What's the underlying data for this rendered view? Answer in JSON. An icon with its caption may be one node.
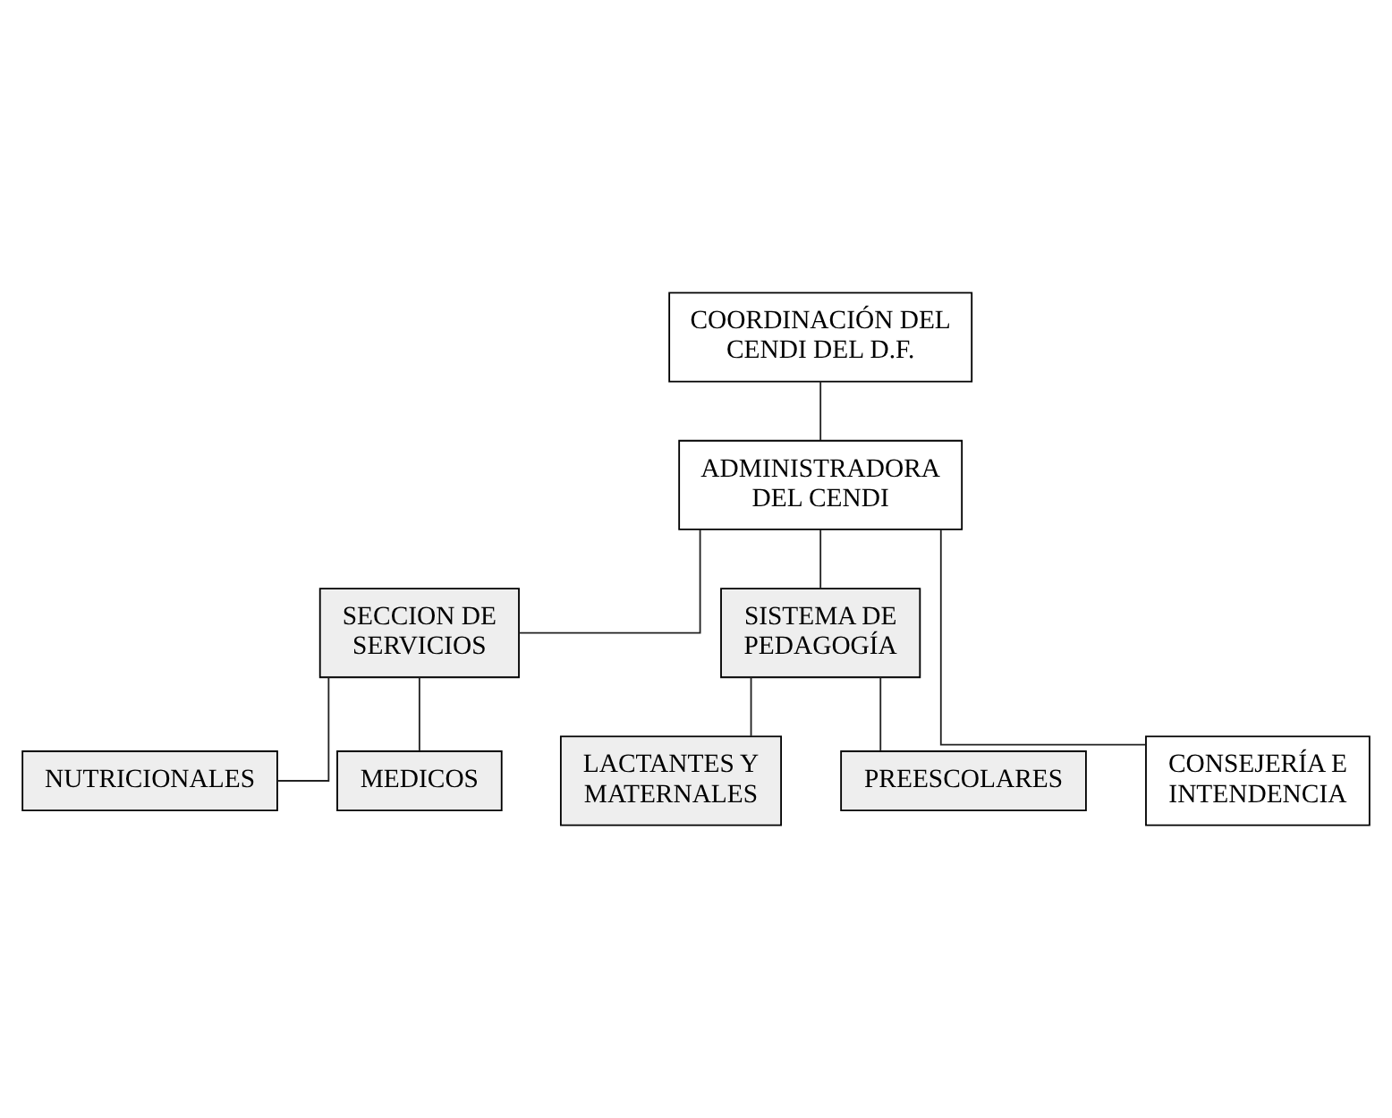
{
  "diagram": {
    "nodes": [
      {
        "text": [
          "COORDINACIÓN DEL CENDI DEL D.F."
        ]
      },
      {
        "text": [
          "ADMINISTRADORA DEL CENDI"
        ]
      },
      {
        "text": [
          "SECCION DE SERVICIOS"
        ]
      },
      {
        "text": [
          "SISTEMA DE PEDAGOGÍA"
        ]
      },
      {
        "text": [
          "NUTRICIONALES"
        ]
      },
      {
        "text": [
          "LACTANTES Y MATERNALES"
        ]
      },
      {
        "text": [
          "CONSEJERÍA E INTENDENCIA"
        ]
      },
      {
        "text": [
          "MEDICOS"
        ]
      },
      {
        "text": [
          "PREESCOLARES"
        ]
      }
    ],
    "edges": [
      {
        "from": 0,
        "to": 1,
        "arrow": "none"
      },
      {
        "from": 1,
        "to": 2,
        "arrow": "none"
      },
      {
        "from": 1,
        "to": 3,
        "arrow": "none"
      },
      {
        "from": 1,
        "to": 6,
        "arrow": "none"
      },
      {
        "from": 2,
        "to": 4,
        "arrow": "none"
      },
      {
        "from": 2,
        "to": 7,
        "arrow": "none"
      },
      {
        "from": 3,
        "to": 5,
        "arrow": "none"
      },
      {
        "from": 3,
        "to": 8,
        "arrow": "none"
      }
    ]
  }
}
